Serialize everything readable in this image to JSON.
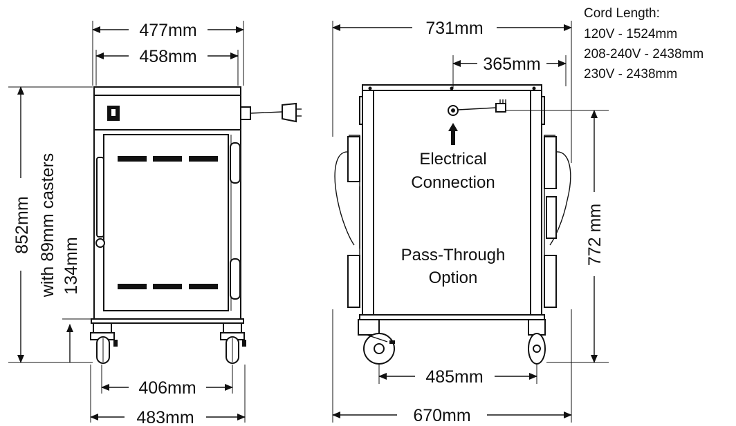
{
  "front_view": {
    "top_width": "477mm",
    "inner_width": "458mm",
    "height": "852mm",
    "height_note": "with 89mm casters",
    "caster_height": "134mm",
    "wheel_spacing": "406mm",
    "base_width": "483mm"
  },
  "side_view": {
    "depth": "731mm",
    "connection_offset": "365mm",
    "connection_label_1": "Electrical",
    "connection_label_2": "Connection",
    "passthrough_label_1": "Pass-Through",
    "passthrough_label_2": "Option",
    "body_height": "772 mm",
    "wheel_spacing": "485mm",
    "base_depth": "670mm"
  },
  "cord_info": {
    "title": "Cord Length:",
    "lines": [
      "120V - 1524mm",
      "208-240V - 2438mm",
      "230V - 2438mm"
    ]
  }
}
